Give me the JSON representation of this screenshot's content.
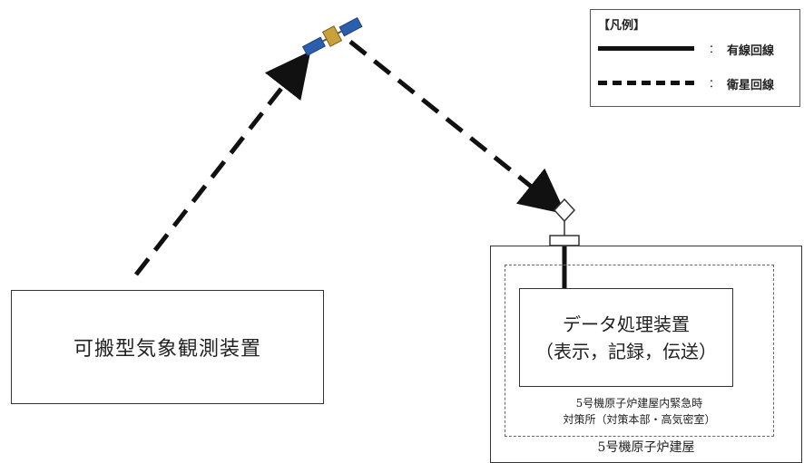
{
  "legend": {
    "title": "【凡例】",
    "items": [
      {
        "style": "solid",
        "colon": "：",
        "label": "有線回線"
      },
      {
        "style": "dashed",
        "colon": "：",
        "label": "衛星回線"
      }
    ]
  },
  "nodes": {
    "portable_device": "可搬型気象観測装置",
    "data_processor": {
      "line1": "データ処理装置",
      "line2": "（表示，記録，伝送）"
    },
    "emergency_center": {
      "line1": "5号機原子炉建屋内緊急時",
      "line2": "対策所（対策本部・高気密室）"
    },
    "building": "5号機原子炉建屋"
  },
  "colors": {
    "line": "#111111",
    "satellite_panel": "#2b5fae",
    "satellite_body": "#c9a13b"
  }
}
